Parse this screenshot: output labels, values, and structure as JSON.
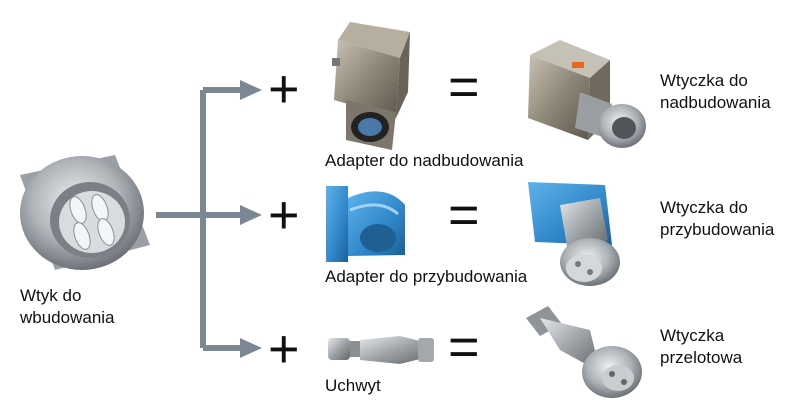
{
  "source": {
    "label_line1": "Wtyk do",
    "label_line2": "wbudowania"
  },
  "rows": [
    {
      "operator": "+",
      "accessory_label": "Adapter do nadbudowania",
      "equals": "=",
      "result_line1": "Wtyczka do",
      "result_line2": "nadbudowania"
    },
    {
      "operator": "+",
      "accessory_label": "Adapter do przybudowania",
      "equals": "=",
      "result_line1": "Wtyczka do",
      "result_line2": "przybudowania"
    },
    {
      "operator": "+",
      "accessory_label": "Uchwyt",
      "equals": "=",
      "result_line1": "Wtyczka",
      "result_line2": "przelotowa"
    }
  ],
  "colors": {
    "arrow": "#7b8793",
    "blue_adapter": "#2f86c8",
    "metal": "#a9adb1"
  }
}
